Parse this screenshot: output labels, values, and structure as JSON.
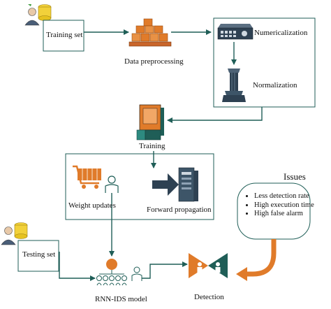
{
  "nodes": {
    "training_set": "Training set",
    "data_preprocessing": "Data preprocessing",
    "numericalization": "Numericalization",
    "normalization": "Normalization",
    "training": "Training",
    "weight_updates": "Weight updates",
    "forward_propagation": "Forward propagation",
    "testing_set": "Testing set",
    "model": "RNN-IDS model",
    "detection": "Detection"
  },
  "issues": {
    "title": "Issues",
    "items": [
      "Less detection rate",
      "High execution time",
      "High false alarm"
    ]
  },
  "colors": {
    "arrow": "#1f5e57",
    "orange": "#e07b2a",
    "dark_teal": "#1f5e57",
    "slate": "#3d5568"
  }
}
